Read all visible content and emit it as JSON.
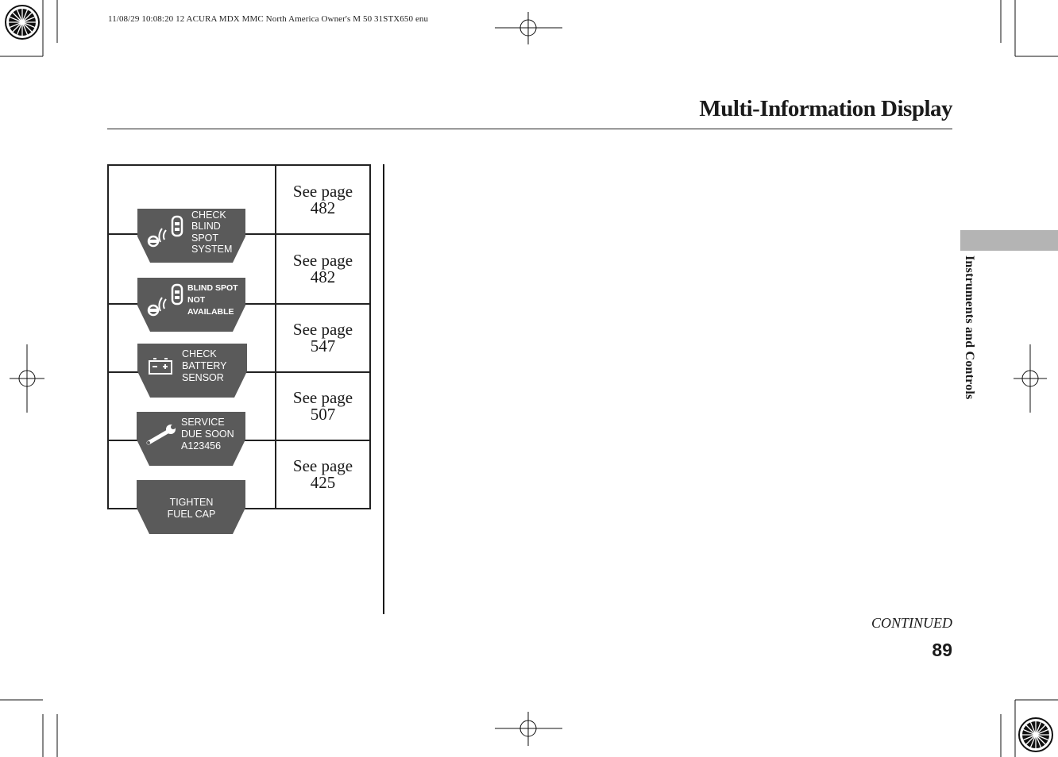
{
  "print_header": "11/08/29 10:08:20   12 ACURA MDX MMC North America Owner's M 50 31STX650 enu",
  "page_title": "Multi-Information Display",
  "rows": [
    {
      "icon": "blind-spot-icon",
      "lines": [
        "CHECK",
        "BLIND",
        "SPOT",
        "SYSTEM"
      ],
      "ref_label": "See page",
      "ref_page": "482"
    },
    {
      "icon": "blind-spot-icon",
      "lines": [
        "BLIND SPOT",
        "NOT",
        "AVAILABLE"
      ],
      "ref_label": "See page",
      "ref_page": "482"
    },
    {
      "icon": "battery-icon",
      "lines": [
        "CHECK",
        "BATTERY",
        "SENSOR"
      ],
      "ref_label": "See page",
      "ref_page": "547"
    },
    {
      "icon": "wrench-icon",
      "lines": [
        "SERVICE",
        "DUE SOON",
        "A123456"
      ],
      "ref_label": "See page",
      "ref_page": "507"
    },
    {
      "icon": "",
      "lines": [
        "TIGHTEN",
        "FUEL CAP"
      ],
      "ref_label": "See page",
      "ref_page": "425"
    }
  ],
  "side_tab": "Instruments and Controls",
  "continued": "CONTINUED",
  "page_number": "89",
  "colors": {
    "panel": "#5a5a5a",
    "side_tab": "#b4b4b4",
    "text": "#1a1a1a"
  }
}
